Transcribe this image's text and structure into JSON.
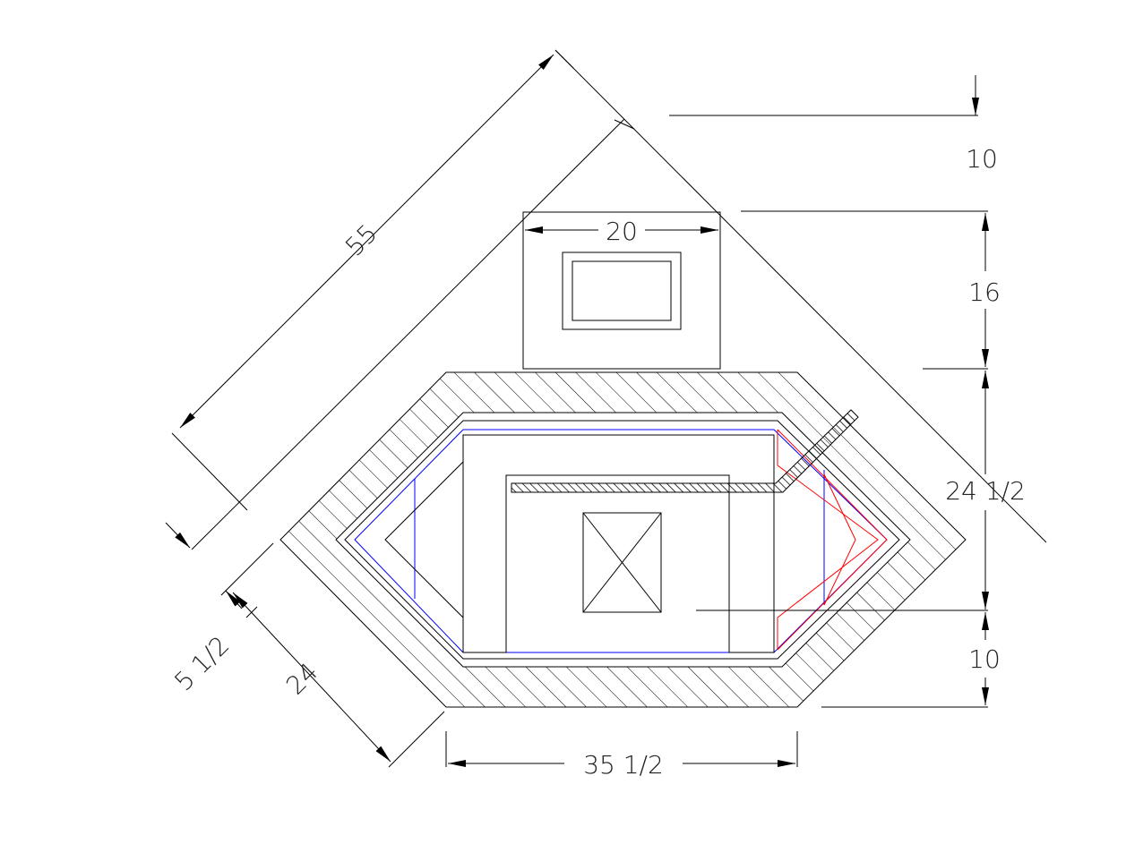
{
  "dimensions": {
    "diagonal_length": "55",
    "chamber_width": "20",
    "top_offset": "10",
    "chamber_height": "16",
    "side_height": "24 1/2",
    "bottom_offset": "10",
    "base_width": "35 1/2",
    "wall_thickness": "5 1/2",
    "side_depth": "24"
  },
  "colors": {
    "line": "#000000",
    "blue_outline": "#0000ff",
    "red_outline": "#ff0000"
  }
}
